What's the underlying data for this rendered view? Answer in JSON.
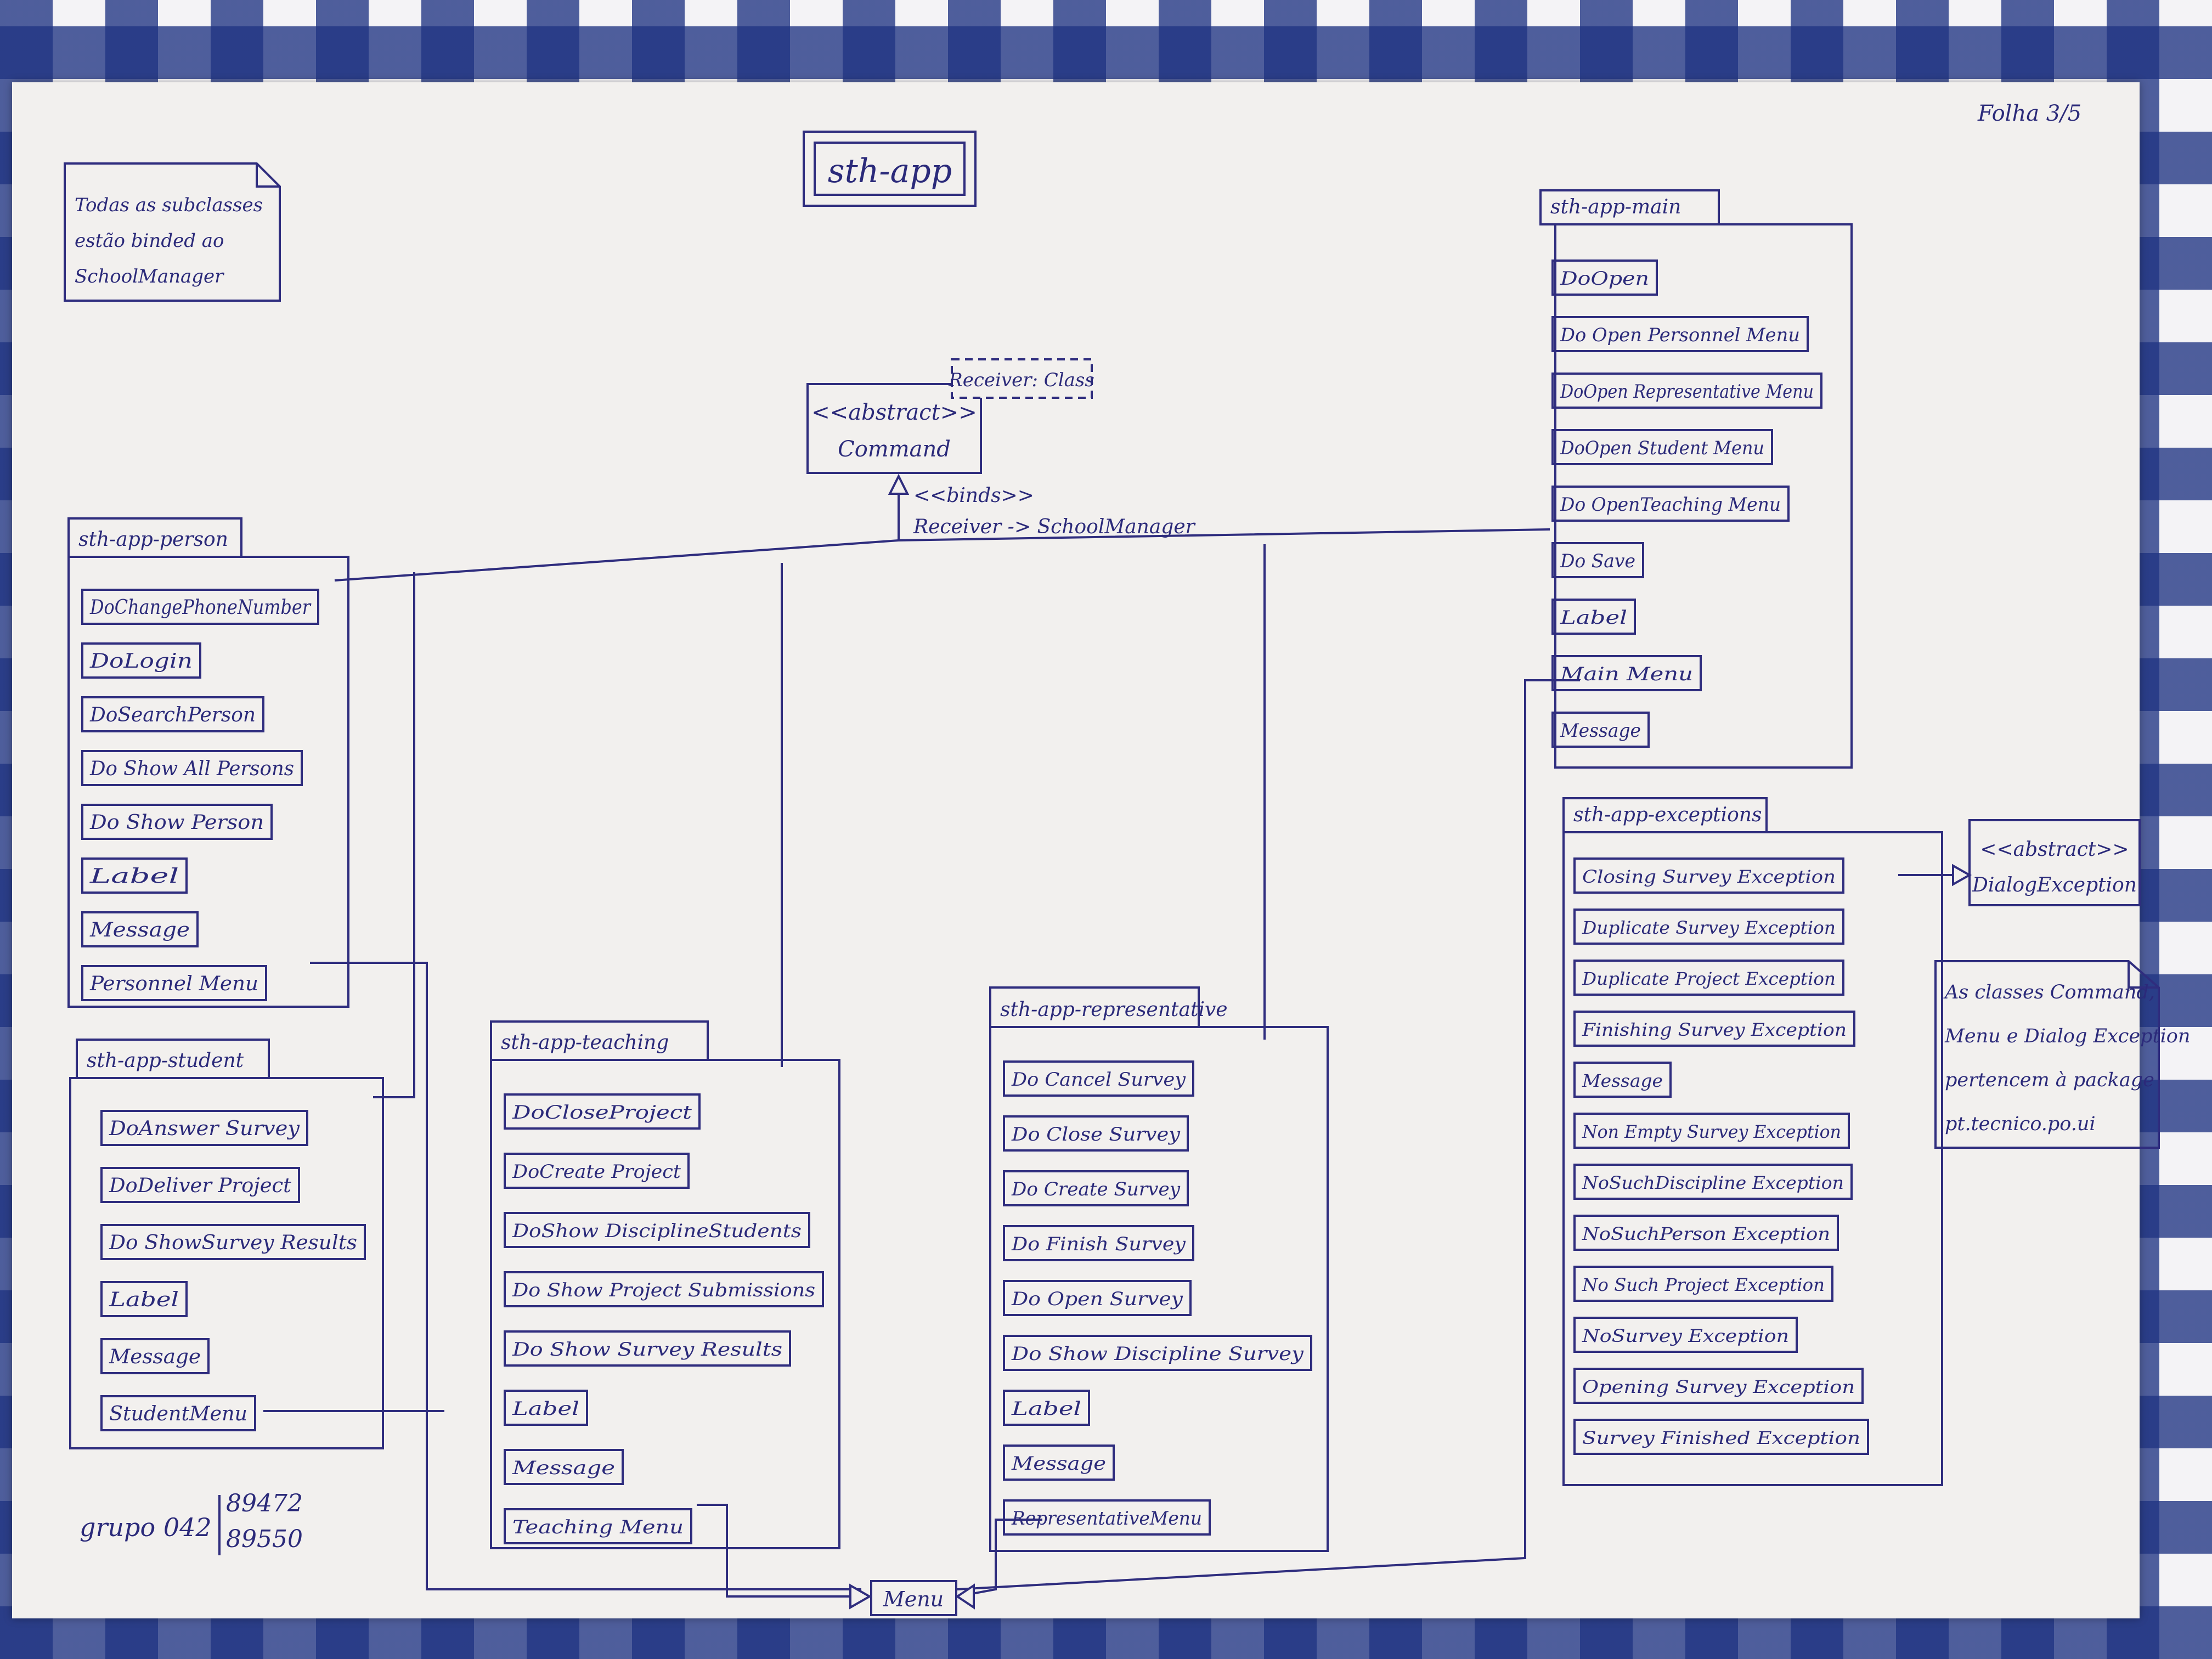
{
  "sheet_label": "Folha 3/5",
  "title": "sth-app",
  "note_top_left": [
    "Todas as subclasses",
    "estão binded ao",
    "SchoolManager"
  ],
  "abstract_command": {
    "stereotype": "<<abstract>>",
    "name": "Command",
    "template_param": "Receiver: Class"
  },
  "binds": {
    "stereotype": "<<binds>>",
    "text": "Receiver -> SchoolManager"
  },
  "packages": {
    "person": {
      "title": "sth-app-person",
      "items": [
        "DoChangePhoneNumber",
        "DoLogin",
        "DoSearchPerson",
        "Do Show All Persons",
        "Do Show Person",
        "Label",
        "Message",
        "Personnel Menu"
      ]
    },
    "student": {
      "title": "sth-app-student",
      "items": [
        "DoAnswer Survey",
        "DoDeliver Project",
        "Do ShowSurvey Results",
        "Label",
        "Message",
        "StudentMenu"
      ]
    },
    "teaching": {
      "title": "sth-app-teaching",
      "items": [
        "DoCloseProject",
        "DoCreate Project",
        "DoShow DisciplineStudents",
        "Do Show Project Submissions",
        "Do Show Survey Results",
        "Label",
        "Message",
        "Teaching Menu"
      ]
    },
    "representative": {
      "title": "sth-app-representative",
      "items": [
        "Do Cancel Survey",
        "Do Close Survey",
        "Do Create Survey",
        "Do Finish Survey",
        "Do Open Survey",
        "Do Show Discipline Survey",
        "Label",
        "Message",
        "RepresentativeMenu"
      ]
    },
    "main": {
      "title": "sth-app-main",
      "items": [
        "DoOpen",
        "Do Open Personnel Menu",
        "DoOpen Representative Menu",
        "DoOpen Student Menu",
        "Do OpenTeaching Menu",
        "Do Save",
        "Label",
        "Main Menu",
        "Message"
      ]
    },
    "exceptions": {
      "title": "sth-app-exceptions",
      "items": [
        "Closing Survey Exception",
        "Duplicate Survey Exception",
        "Duplicate Project Exception",
        "Finishing Survey Exception",
        "Message",
        "Non Empty Survey Exception",
        "NoSuchDiscipline Exception",
        "NoSuchPerson Exception",
        "No Such Project Exception",
        "NoSurvey Exception",
        "Opening Survey Exception",
        "Survey Finished Exception"
      ]
    }
  },
  "dialog_exception": {
    "stereotype": "<<abstract>>",
    "name": "DialogException"
  },
  "note_right": [
    "As classes Command,",
    "Menu e Dialog Exception",
    "pertencem à package",
    "pt.tecnico.po.ui"
  ],
  "menu_label": "Menu",
  "group_label": "grupo 042",
  "student_numbers": [
    "89472",
    "89550"
  ],
  "colors": {
    "ink": "#2f2d7e",
    "paper": "#f2f0ee",
    "cloth_blue": "#203482"
  }
}
